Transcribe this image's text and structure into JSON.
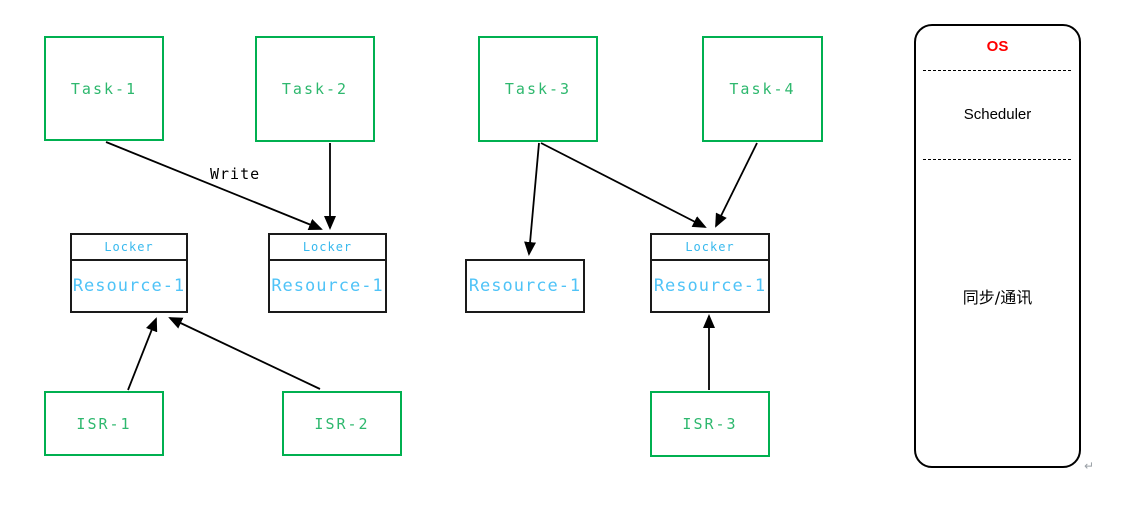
{
  "diagram": {
    "tasks": [
      {
        "label": "Task-1"
      },
      {
        "label": "Task-2"
      },
      {
        "label": "Task-3"
      },
      {
        "label": "Task-4"
      }
    ],
    "resources": [
      {
        "header": "Locker",
        "label": "Resource-1"
      },
      {
        "header": "Locker",
        "label": "Resource-1"
      },
      {
        "label": "Resource-1"
      },
      {
        "header": "Locker",
        "label": "Resource-1"
      }
    ],
    "isrs": [
      {
        "label": "ISR-1"
      },
      {
        "label": "ISR-2"
      },
      {
        "label": "ISR-3"
      }
    ],
    "edge_label": "Write",
    "os_panel": {
      "title": "OS",
      "scheduler_label": "Scheduler",
      "sync_label": "同步/通讯"
    },
    "return_mark": "↵",
    "colors": {
      "box_border_green": "#00b050",
      "box_text_green": "#2eb86e",
      "locker_header_cyan": "#38b9ee",
      "resource_text_cyan": "#4fc3f7",
      "os_title_red": "#ff0000",
      "arrow_black": "#000000"
    }
  }
}
